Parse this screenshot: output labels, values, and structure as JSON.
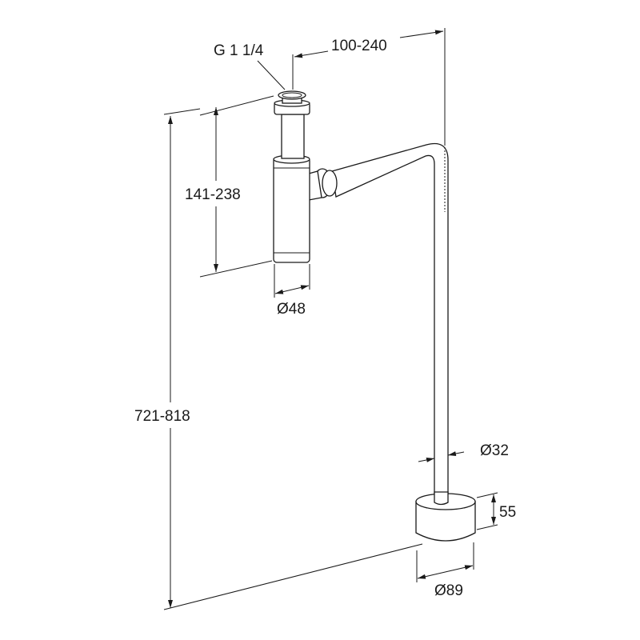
{
  "diagram": {
    "labels": {
      "thread": "G 1 1/4",
      "wall_distance": "100-240",
      "trap_height": "141-238",
      "trap_diameter": "Ø48",
      "total_height": "721-818",
      "pipe_diameter": "Ø32",
      "base_height": "55",
      "base_diameter": "Ø89"
    },
    "line_color": "#1a1a1a"
  }
}
